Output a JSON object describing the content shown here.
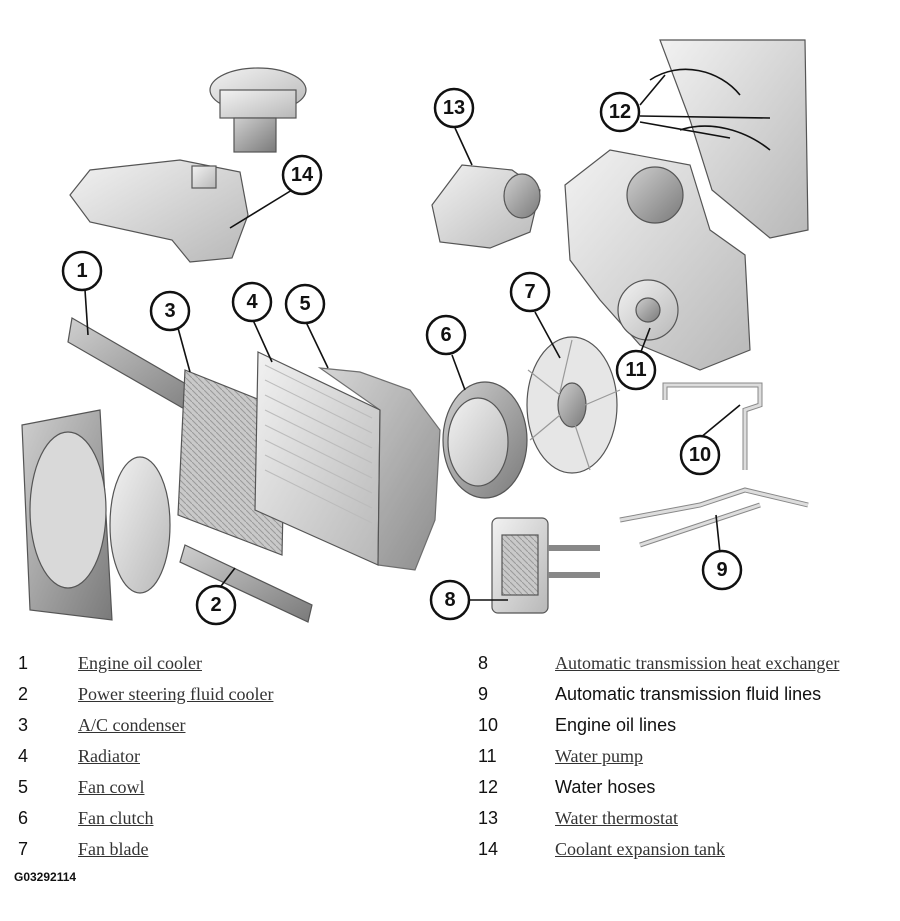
{
  "callouts": [
    "1",
    "2",
    "3",
    "4",
    "5",
    "6",
    "7",
    "8",
    "9",
    "10",
    "11",
    "12",
    "13",
    "14"
  ],
  "legend": {
    "left": [
      {
        "num": "1",
        "label": "Engine oil cooler",
        "link": true
      },
      {
        "num": "2",
        "label": "Power steering fluid cooler",
        "link": true
      },
      {
        "num": "3",
        "label": "A/C condenser",
        "link": true
      },
      {
        "num": "4",
        "label": "Radiator",
        "link": true
      },
      {
        "num": "5",
        "label": "Fan cowl",
        "link": true
      },
      {
        "num": "6",
        "label": "Fan clutch",
        "link": true
      },
      {
        "num": "7",
        "label": "Fan blade",
        "link": true
      }
    ],
    "right": [
      {
        "num": "8",
        "label": "Automatic transmission heat exchanger",
        "link": true
      },
      {
        "num": "9",
        "label": "Automatic transmission fluid lines",
        "link": false
      },
      {
        "num": "10",
        "label": "Engine oil lines",
        "link": false
      },
      {
        "num": "11",
        "label": "Water pump",
        "link": true
      },
      {
        "num": "12",
        "label": "Water hoses",
        "link": false
      },
      {
        "num": "13",
        "label": "Water thermostat",
        "link": true
      },
      {
        "num": "14",
        "label": "Coolant expansion tank",
        "link": true
      }
    ]
  },
  "figure_id": "G03292114"
}
